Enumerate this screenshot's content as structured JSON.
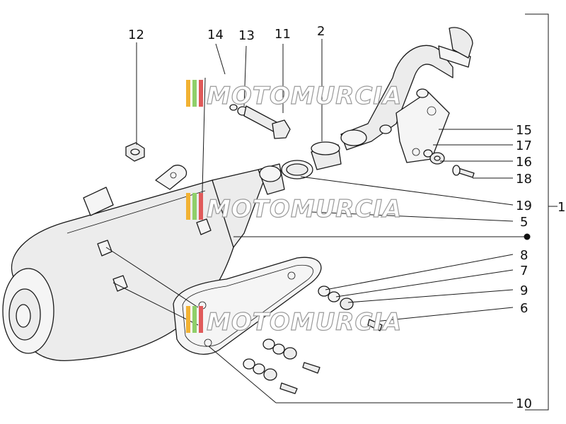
{
  "callouts": {
    "n1": "1",
    "n2": "2",
    "n5": "5",
    "n6": "6",
    "n7": "7",
    "n8": "8",
    "n9": "9",
    "n10": "10",
    "n11": "11",
    "n12": "12",
    "n13": "13",
    "n14": "14",
    "n15": "15",
    "n16": "16",
    "n17": "17",
    "n18": "18",
    "n19": "19"
  },
  "watermark": {
    "text": "MOTOMURCIA"
  },
  "colors": {
    "stripe_orange": "#f2b233",
    "stripe_green": "#8fcf6a",
    "stripe_red": "#e05a5a"
  }
}
